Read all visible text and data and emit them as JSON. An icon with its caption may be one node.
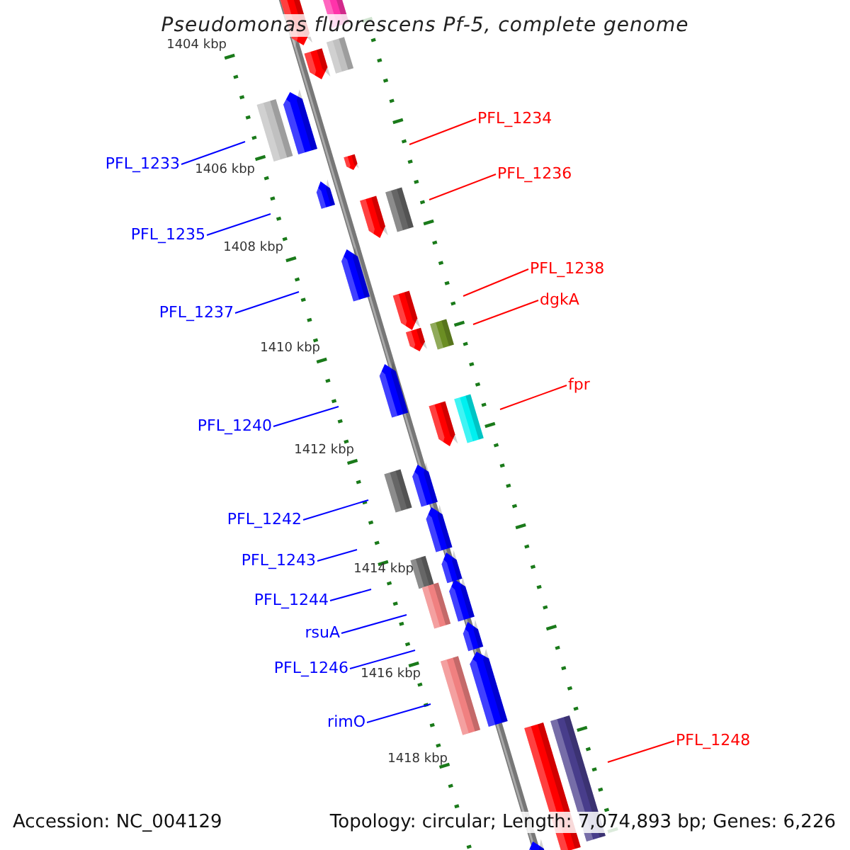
{
  "diagram": {
    "title": "Pseudomonas fluorescens Pf-5, complete genome",
    "nodes": [
      {
        "text": [
          "PFL_1234"
        ]
      },
      {
        "text": [
          "PFL_1233"
        ]
      },
      {
        "text": [
          "PFL_1236"
        ]
      },
      {
        "text": [
          "PFL_1235"
        ]
      },
      {
        "text": [
          "PFL_1238"
        ]
      },
      {
        "text": [
          "dgkA"
        ]
      },
      {
        "text": [
          "PFL_1237"
        ]
      },
      {
        "text": [
          "fpr"
        ]
      },
      {
        "text": [
          "PFL_1240"
        ]
      },
      {
        "text": [
          "PFL_1242"
        ]
      },
      {
        "text": [
          "PFL_1243"
        ]
      },
      {
        "text": [
          "PFL_1244"
        ]
      },
      {
        "text": [
          "rsuA"
        ]
      },
      {
        "text": [
          "PFL_1246"
        ]
      },
      {
        "text": [
          "rimO"
        ]
      },
      {
        "text": [
          "PFL_1248"
        ]
      }
    ],
    "edges": [
      {
        "from": 0,
        "to": null,
        "arrow": "none",
        "color": "#ff0000"
      },
      {
        "from": 1,
        "to": null,
        "arrow": "none"
      },
      {
        "from": 2,
        "to": null,
        "arrow": "none",
        "color": "#ff0000"
      },
      {
        "from": 3,
        "to": null,
        "arrow": "none"
      },
      {
        "from": 4,
        "to": null,
        "arrow": "none",
        "color": "#ff0000"
      },
      {
        "from": 5,
        "to": null,
        "arrow": "none",
        "color": "#ff0000"
      },
      {
        "from": 6,
        "to": null,
        "arrow": "none"
      },
      {
        "from": 7,
        "to": null,
        "arrow": "none",
        "color": "#ff0000"
      },
      {
        "from": 8,
        "to": null,
        "arrow": "none"
      },
      {
        "from": 9,
        "to": null,
        "arrow": "none"
      },
      {
        "from": 10,
        "to": null,
        "arrow": "none"
      },
      {
        "from": 11,
        "to": null,
        "arrow": "none"
      },
      {
        "from": 12,
        "to": null,
        "arrow": "none"
      },
      {
        "from": 13,
        "to": null,
        "arrow": "none"
      },
      {
        "from": 14,
        "to": null,
        "arrow": "none"
      },
      {
        "from": 15,
        "to": null,
        "arrow": "none",
        "color": "#ff0000"
      }
    ],
    "labels": [
      "1404 kbp",
      "1406 kbp",
      "1408 kbp",
      "1410 kbp",
      "1412 kbp",
      "1414 kbp",
      "1416 kbp",
      "1418 kbp",
      "Accession: NC_004129",
      "Topology: circular; Length: 7,074,893 bp; Genes: 6,226"
    ]
  }
}
